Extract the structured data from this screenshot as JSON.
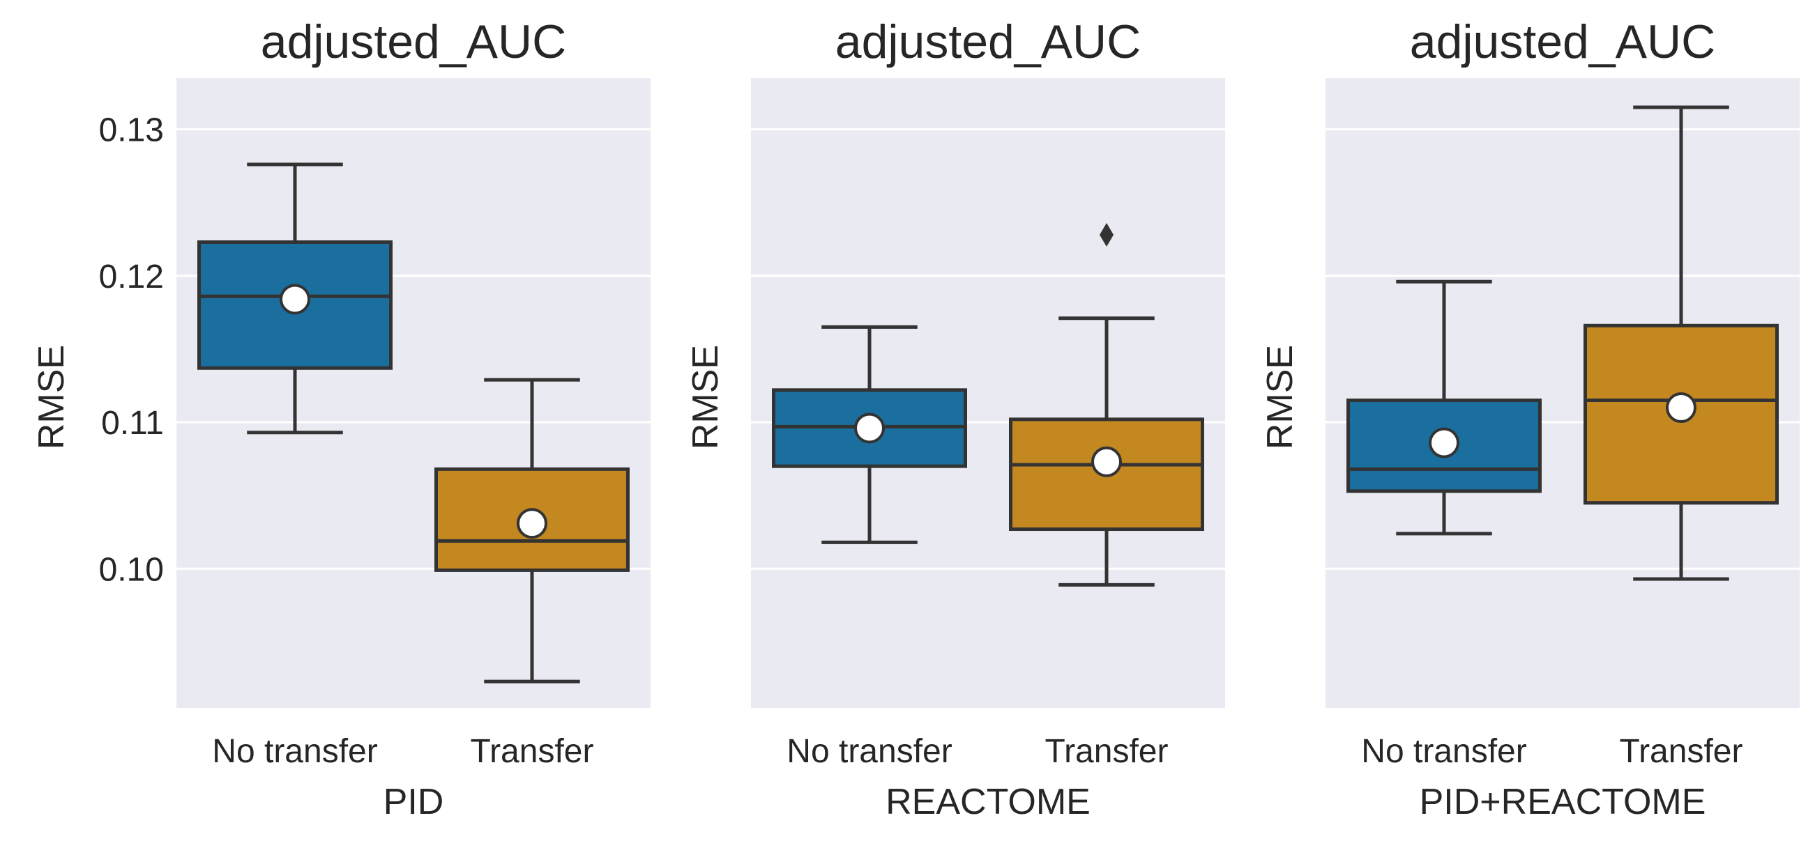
{
  "chart_data": [
    {
      "type": "box",
      "title": "adjusted_AUC",
      "xlabel": "PID",
      "ylabel": "RMSE",
      "categories": [
        "No transfer",
        "Transfer"
      ],
      "ylim": [
        0.0905,
        0.1335
      ],
      "yticks": [
        0.1,
        0.11,
        0.12,
        0.13
      ],
      "ytick_labels": [
        "0.10",
        "0.11",
        "0.12",
        "0.13"
      ],
      "show_ytick_labels": true,
      "grid": true,
      "boxes": [
        {
          "category": "No transfer",
          "whisker_low": 0.1093,
          "q1": 0.1137,
          "median": 0.1186,
          "q3": 0.1223,
          "whisker_high": 0.1276,
          "mean": 0.1184,
          "outliers": []
        },
        {
          "category": "Transfer",
          "whisker_low": 0.0923,
          "q1": 0.0999,
          "median": 0.1019,
          "q3": 0.1068,
          "whisker_high": 0.1129,
          "mean": 0.1031,
          "outliers": []
        }
      ]
    },
    {
      "type": "box",
      "title": "adjusted_AUC",
      "xlabel": "REACTOME",
      "ylabel": "RMSE",
      "categories": [
        "No transfer",
        "Transfer"
      ],
      "ylim": [
        0.0905,
        0.1335
      ],
      "yticks": [
        0.1,
        0.11,
        0.12,
        0.13
      ],
      "ytick_labels": [
        "0.10",
        "0.11",
        "0.12",
        "0.13"
      ],
      "show_ytick_labels": false,
      "grid": true,
      "boxes": [
        {
          "category": "No transfer",
          "whisker_low": 0.1018,
          "q1": 0.107,
          "median": 0.1097,
          "q3": 0.1122,
          "whisker_high": 0.1165,
          "mean": 0.1096,
          "outliers": []
        },
        {
          "category": "Transfer",
          "whisker_low": 0.0989,
          "q1": 0.1027,
          "median": 0.1071,
          "q3": 0.1102,
          "whisker_high": 0.1171,
          "mean": 0.1073,
          "outliers": [
            0.1228
          ]
        }
      ]
    },
    {
      "type": "box",
      "title": "adjusted_AUC",
      "xlabel": "PID+REACTOME",
      "ylabel": "RMSE",
      "categories": [
        "No transfer",
        "Transfer"
      ],
      "ylim": [
        0.0905,
        0.1335
      ],
      "yticks": [
        0.1,
        0.11,
        0.12,
        0.13
      ],
      "ytick_labels": [
        "0.10",
        "0.11",
        "0.12",
        "0.13"
      ],
      "show_ytick_labels": false,
      "grid": true,
      "boxes": [
        {
          "category": "No transfer",
          "whisker_low": 0.1024,
          "q1": 0.1053,
          "median": 0.1068,
          "q3": 0.1115,
          "whisker_high": 0.1196,
          "mean": 0.1086,
          "outliers": []
        },
        {
          "category": "Transfer",
          "whisker_low": 0.0993,
          "q1": 0.1045,
          "median": 0.1115,
          "q3": 0.1166,
          "whisker_high": 0.1315,
          "mean": 0.111,
          "outliers": []
        }
      ]
    }
  ],
  "colors": {
    "background": "#eaeaf2",
    "grid": "#ffffff",
    "no_transfer": "#1a6f9f",
    "transfer": "#c48820",
    "line": "#333333",
    "mean_fill": "#ffffff",
    "text": "#262626"
  }
}
